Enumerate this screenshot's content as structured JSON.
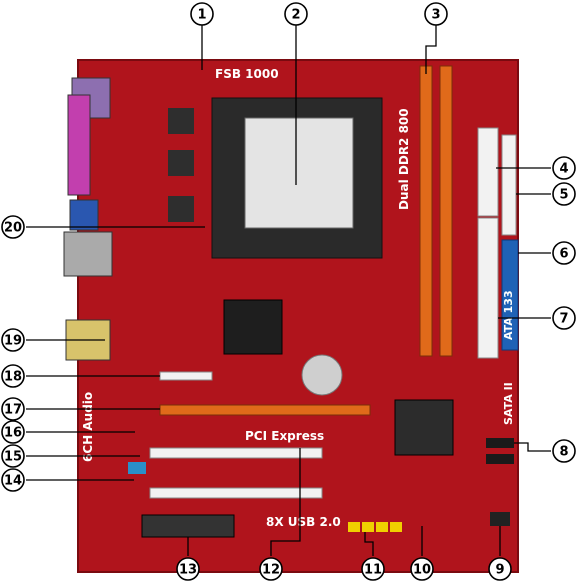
{
  "board": {
    "pcb_color": "#b0141c",
    "slot_orange": "#e06a1a",
    "slot_white": "#f2f2f2",
    "ide_blue": "#1f62b6",
    "silkscreen": {
      "fsb": "FSB 1000",
      "dual_ddr": "Dual DDR2 800",
      "pci_express": "PCI Express",
      "usb": "8X USB 2.0",
      "audio": "6CH Audio",
      "sata": "SATA II",
      "ata": "ATA 133"
    }
  },
  "callouts": [
    {
      "number": "1"
    },
    {
      "number": "2"
    },
    {
      "number": "3"
    },
    {
      "number": "4"
    },
    {
      "number": "5"
    },
    {
      "number": "6"
    },
    {
      "number": "7"
    },
    {
      "number": "8"
    },
    {
      "number": "9"
    },
    {
      "number": "10"
    },
    {
      "number": "11"
    },
    {
      "number": "12"
    },
    {
      "number": "13"
    },
    {
      "number": "14"
    },
    {
      "number": "15"
    },
    {
      "number": "16"
    },
    {
      "number": "17"
    },
    {
      "number": "18"
    },
    {
      "number": "19"
    },
    {
      "number": "20"
    }
  ]
}
